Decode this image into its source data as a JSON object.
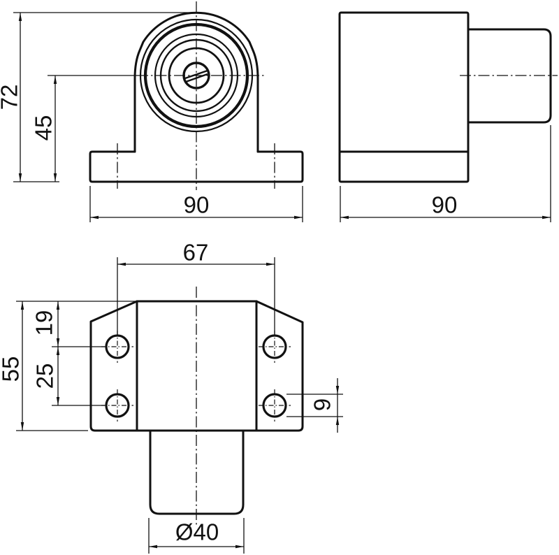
{
  "drawing": {
    "kind": "three-view orthographic engineering drawing",
    "colors": {
      "line": "#111111",
      "background": "#ffffff"
    },
    "front_view": {
      "dim_total_height": "72",
      "dim_center_height": "45",
      "dim_base_width": "90"
    },
    "side_view": {
      "dim_depth": "90"
    },
    "bottom_view": {
      "dim_hole_span": "67",
      "dim_plate_width": "55",
      "dim_edge_to_hole": "19",
      "dim_hole_pitch": "25",
      "dim_hole_diameter": "9",
      "dim_boss_diameter": "Ø40"
    }
  }
}
